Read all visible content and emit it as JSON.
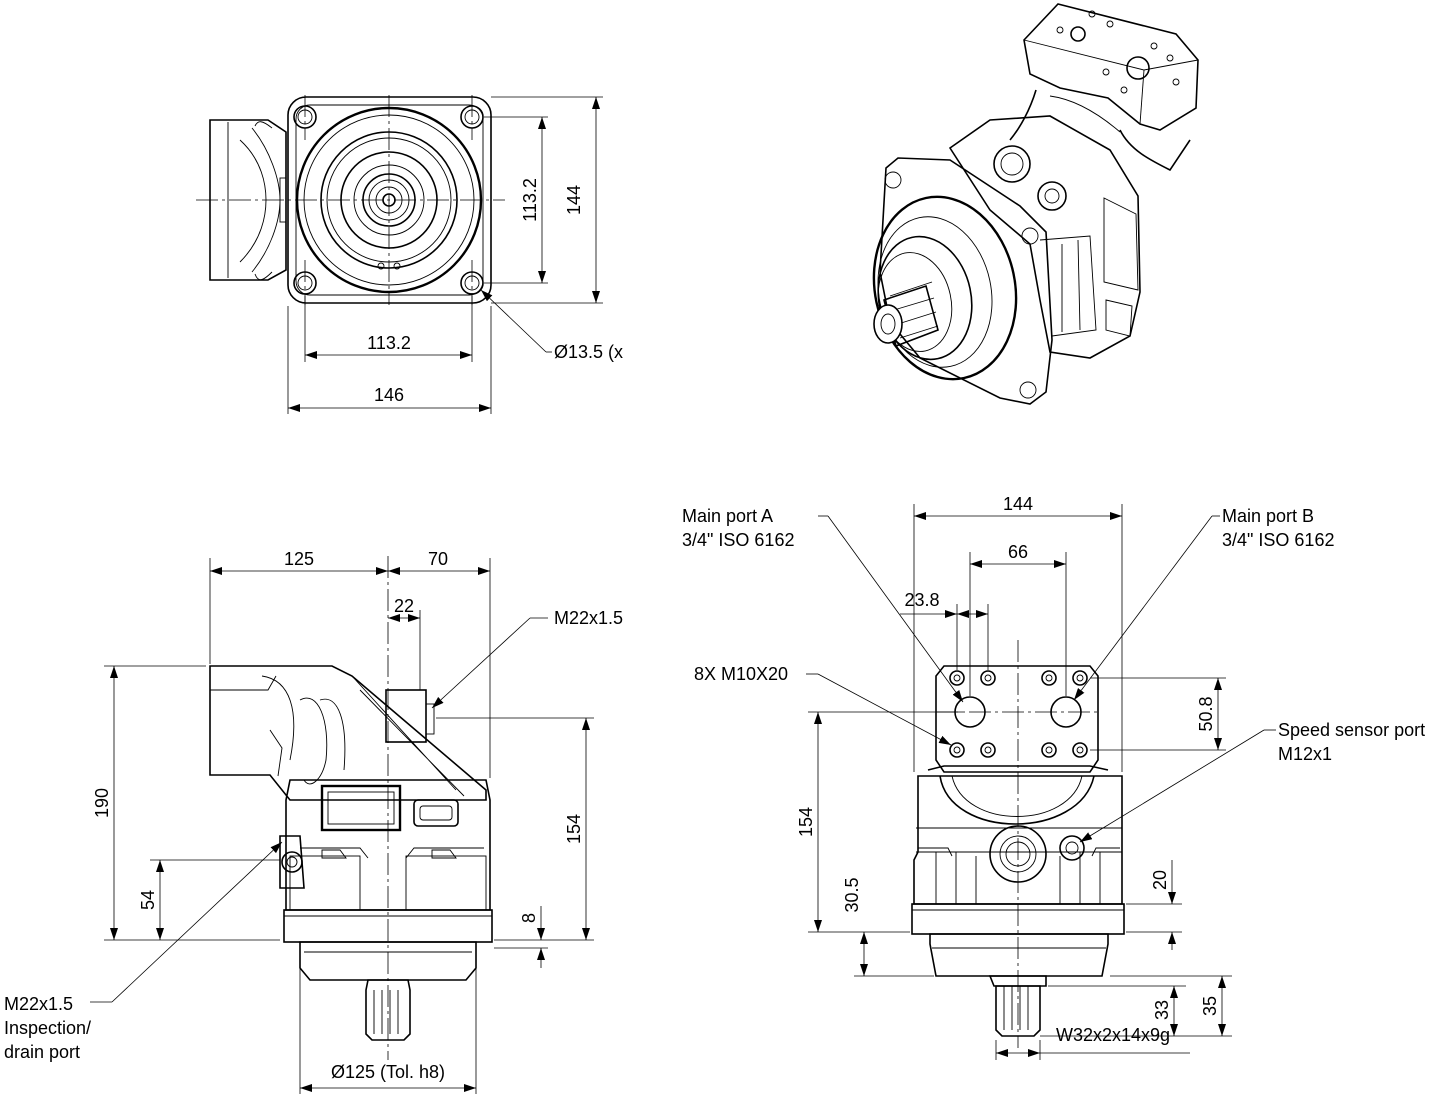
{
  "colors": {
    "line": "#000000",
    "background": "#ffffff"
  },
  "top_view": {
    "dim_bolt_spacing_vertical": "113.2",
    "dim_height": "144",
    "dim_bolt_spacing_horizontal": "113.2",
    "dim_width": "146",
    "hole_callout": "Ø13.5 (x"
  },
  "side_view": {
    "dim_left": "125",
    "dim_right": "70",
    "dim_port_offset": "22",
    "port_label": "M22x1.5",
    "dim_total_height": "190",
    "dim_drain_height": "54",
    "dim_flange_height": "154",
    "dim_pilot": "8",
    "drain_label_line1": "M22x1.5",
    "drain_label_line2": "Inspection/",
    "drain_label_line3": "drain port",
    "pilot_diameter": "Ø125 (Tol. h8)"
  },
  "front_view": {
    "dim_width": "144",
    "dim_port_spacing": "66",
    "dim_port_offset": "23.8",
    "port_a_line1": "Main port A",
    "port_a_line2": "3/4\" ISO 6162",
    "port_b_line1": "Main port B",
    "port_b_line2": "3/4\" ISO 6162",
    "bolt_label": "8X M10X20",
    "dim_bolt_pattern": "50.8",
    "speed_sensor_line1": "Speed sensor port",
    "speed_sensor_line2": "M12x1",
    "dim_height": "154",
    "dim_sensor_height": "20",
    "dim_flange_offset": "30.5",
    "dim_shaft_a": "33",
    "dim_shaft_b": "35",
    "shaft_label": "W32x2x14x9g"
  }
}
